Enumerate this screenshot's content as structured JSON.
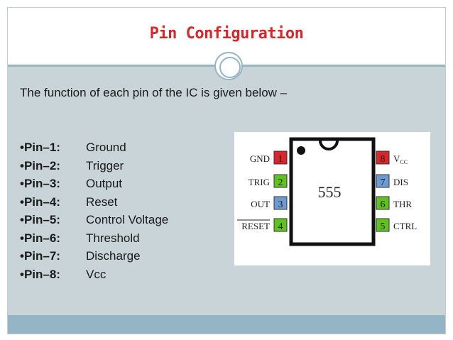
{
  "slide": {
    "title": "Pin Configuration",
    "intro": "The function of each pin of the IC is given below –"
  },
  "pins": [
    {
      "key": "•Pin–1:",
      "function": "Ground"
    },
    {
      "key": "•Pin–2:",
      "function": "Trigger"
    },
    {
      "key": "•Pin–3:",
      "function": "Output"
    },
    {
      "key": "•Pin–4:",
      "function": "Reset"
    },
    {
      "key": "•Pin–5:",
      "function": "Control Voltage"
    },
    {
      "key": "•Pin–6:",
      "function": "Threshold"
    },
    {
      "key": "•Pin–7:",
      "function": "Discharge"
    },
    {
      "key": "•Pin–8:",
      "function": "Vcc"
    }
  ],
  "ic_diagram": {
    "chip_label": "555",
    "left_pins": [
      {
        "number": "1",
        "label": "GND",
        "color": "#d9262b"
      },
      {
        "number": "2",
        "label": "TRIG",
        "color": "#5fc21f"
      },
      {
        "number": "3",
        "label": "OUT",
        "color": "#6b9bd1"
      },
      {
        "number": "4",
        "label": "RESET",
        "color": "#5fc21f"
      }
    ],
    "right_pins": [
      {
        "number": "8",
        "label": "V",
        "sub": "CC",
        "color": "#d9262b"
      },
      {
        "number": "7",
        "label": "DIS",
        "color": "#6b9bd1"
      },
      {
        "number": "6",
        "label": "THR",
        "color": "#5fc21f"
      },
      {
        "number": "5",
        "label": "CTRL",
        "color": "#5fc21f"
      }
    ]
  },
  "colors": {
    "title": "#d8262b",
    "content_bg": "#c9d4d9",
    "accent_band": "#94b5c5"
  }
}
